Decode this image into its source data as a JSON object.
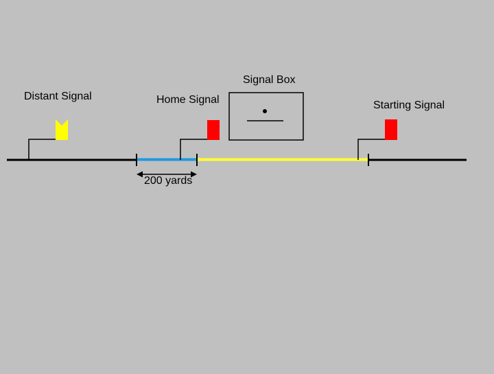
{
  "diagram": {
    "labels": {
      "distant_signal": "Distant Signal",
      "home_signal": "Home Signal",
      "signal_box": "Signal Box",
      "starting_signal": "Starting Signal",
      "distance": "200 yards"
    },
    "colors": {
      "background": "#c0c0c0",
      "track": "#000000",
      "distant_arm": "#ffff00",
      "home_arm": "#ff0000",
      "starting_arm": "#ff0000",
      "overlap_section": "#1e9be0",
      "block_section": "#ffff33"
    }
  }
}
